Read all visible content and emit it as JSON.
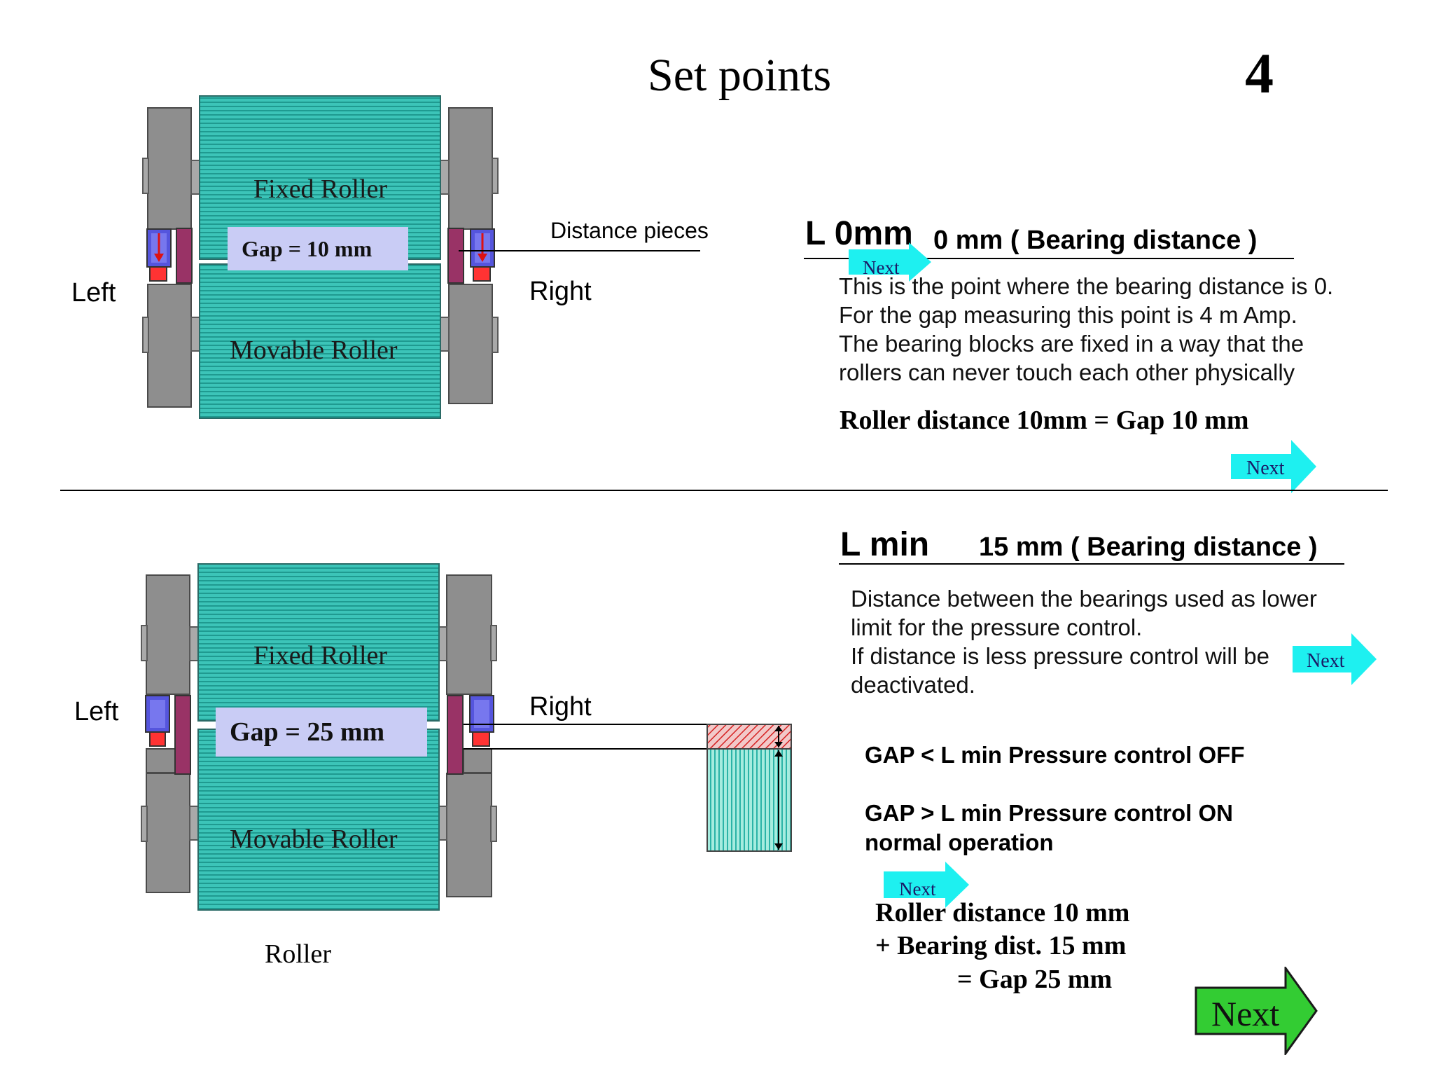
{
  "title": "Set points",
  "page_number": "4",
  "top": {
    "fixed_roller_label": "Fixed  Roller",
    "movable_roller_label": "Movable Roller",
    "gap_box_label": "Gap =   10 mm",
    "left_label": "Left",
    "right_label": "Right",
    "distance_pieces_label": "Distance pieces",
    "heading_main": "L 0mm",
    "heading_sub": "0 mm  ( Bearing distance )",
    "description": [
      "This is the point where the bearing distance is 0.",
      "For the gap measuring this point is 4 m Amp.",
      "The bearing blocks are fixed in a way that the",
      "rollers can never touch each other physically"
    ],
    "formula": "Roller distance  10mm  =  Gap  10 mm",
    "next_small_label": "Next",
    "next_right_label": "Next"
  },
  "bottom": {
    "fixed_roller_label": "Fixed  Roller",
    "movable_roller_label": "Movable Roller",
    "gap_box_label": "Gap =   25 mm",
    "left_label": "Left",
    "right_label": "Right",
    "roller_caption": "Roller",
    "heading_main": "L min",
    "heading_sub": "15 mm  ( Bearing distance )",
    "description": [
      "Distance between the bearings used as lower",
      "limit for the pressure control.",
      "If distance is less pressure control will be",
      "deactivated."
    ],
    "next_desc_label": "Next",
    "gap_off": "GAP < L min Pressure control OFF",
    "gap_on_line1": "GAP > L min Pressure control ON",
    "gap_on_line2": "normal operation",
    "next_formula_label": "Next",
    "formula_line1": "Roller distance  10 mm",
    "formula_line2": "+ Bearing dist. 15 mm",
    "formula_line3": "=  Gap  25 mm",
    "next_big_label": "Next"
  },
  "colors": {
    "roller": "#2bb3a7",
    "gap_box": "#c9ccf5",
    "next_arrow_cyan": "#1ef0f0",
    "next_arrow_green": "#33cc33",
    "housing": "#8e8e8e",
    "bearing_blue": "#5555dd",
    "bearing_red": "#ff3333",
    "distance_piece": "#993366"
  },
  "icons": {
    "next_arrow": "right-arrow-icon",
    "distance_arrow": "arrow-right-icon"
  }
}
